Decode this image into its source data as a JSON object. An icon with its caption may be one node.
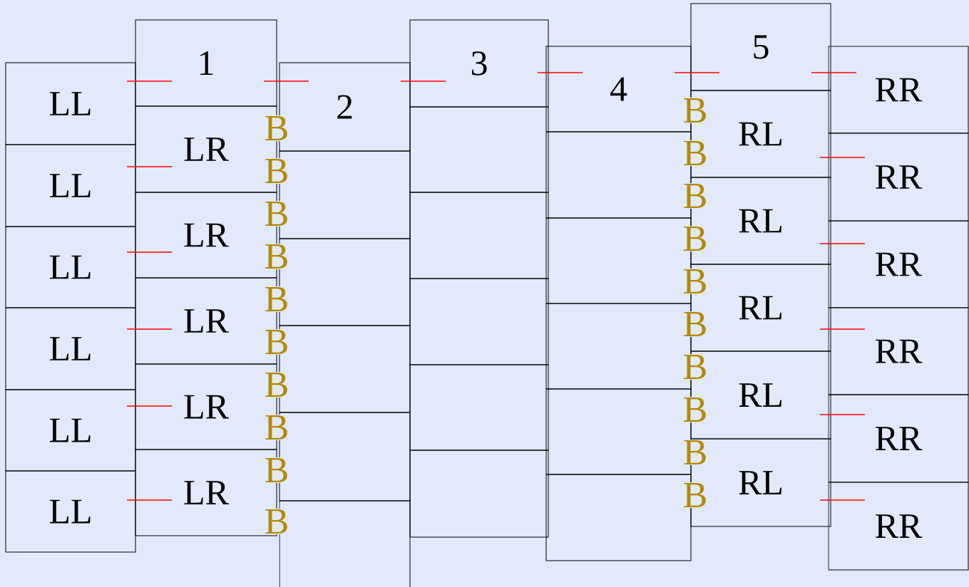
{
  "diagram": {
    "nodes": [
      {
        "text": [
          "LL"
        ]
      },
      {
        "text": [
          "LL"
        ]
      },
      {
        "text": [
          "LL"
        ]
      },
      {
        "text": [
          "LL"
        ]
      },
      {
        "text": [
          "LL"
        ]
      },
      {
        "text": [
          "LL"
        ]
      },
      {
        "text": [
          "1"
        ]
      },
      {
        "text": [
          "LR"
        ]
      },
      {
        "text": [
          "LR"
        ]
      },
      {
        "text": [
          "LR"
        ]
      },
      {
        "text": [
          "LR"
        ]
      },
      {
        "text": [
          "LR"
        ]
      },
      {
        "text": [
          "2"
        ]
      },
      {
        "text": [],
        "shape": "box"
      },
      {
        "text": [],
        "shape": "box"
      },
      {
        "text": [],
        "shape": "box"
      },
      {
        "text": [],
        "shape": "box"
      },
      {
        "text": [],
        "shape": "box"
      },
      {
        "text": [
          "3"
        ]
      },
      {
        "text": [],
        "shape": "box"
      },
      {
        "text": [],
        "shape": "box"
      },
      {
        "text": [],
        "shape": "box"
      },
      {
        "text": [],
        "shape": "box"
      },
      {
        "text": [],
        "shape": "box"
      },
      {
        "text": [
          "4"
        ]
      },
      {
        "text": [],
        "shape": "box"
      },
      {
        "text": [],
        "shape": "box"
      },
      {
        "text": [],
        "shape": "box"
      },
      {
        "text": [],
        "shape": "box"
      },
      {
        "text": [],
        "shape": "box"
      },
      {
        "text": [
          "5"
        ]
      },
      {
        "text": [
          "RL"
        ]
      },
      {
        "text": [
          "RL"
        ]
      },
      {
        "text": [
          "RL"
        ]
      },
      {
        "text": [
          "RL"
        ]
      },
      {
        "text": [
          "RL"
        ]
      },
      {
        "text": [
          "RR"
        ]
      },
      {
        "text": [
          "RR"
        ]
      },
      {
        "text": [
          "RR"
        ]
      },
      {
        "text": [
          "RR"
        ]
      },
      {
        "text": [
          "RR"
        ]
      },
      {
        "text": [
          "RR"
        ]
      }
    ],
    "labels": [
      "B",
      "B",
      "B",
      "B",
      "B",
      "B",
      "B",
      "B",
      "B",
      "B",
      "B",
      "B",
      "B",
      "B",
      "B",
      "B",
      "B",
      "B",
      "B",
      "B"
    ]
  }
}
